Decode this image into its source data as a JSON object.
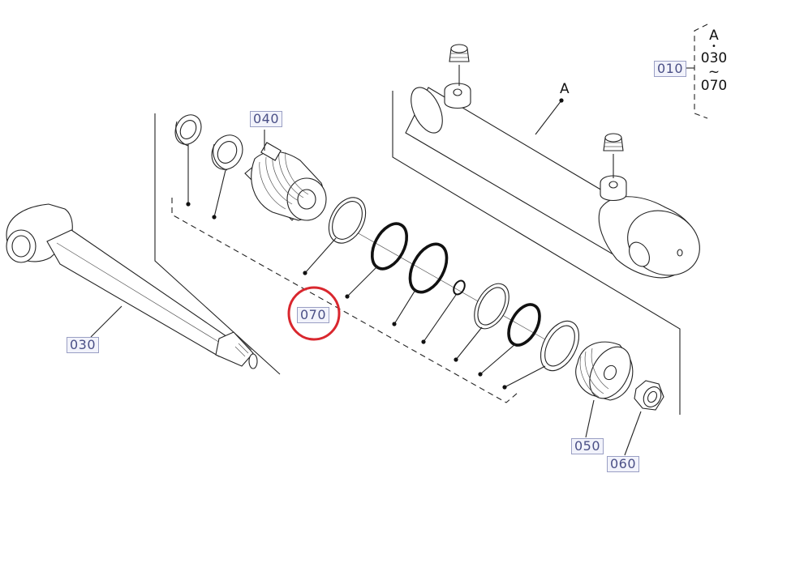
{
  "callouts": {
    "c010": "010",
    "c030": "030",
    "c040": "040",
    "c050": "050",
    "c060": "060",
    "c070": "070"
  },
  "assembly_letter": "A",
  "legend": {
    "top": "A",
    "dot": "•",
    "from": "030",
    "tilde": "~",
    "to": "070"
  },
  "highlight_color": "#d9272e"
}
